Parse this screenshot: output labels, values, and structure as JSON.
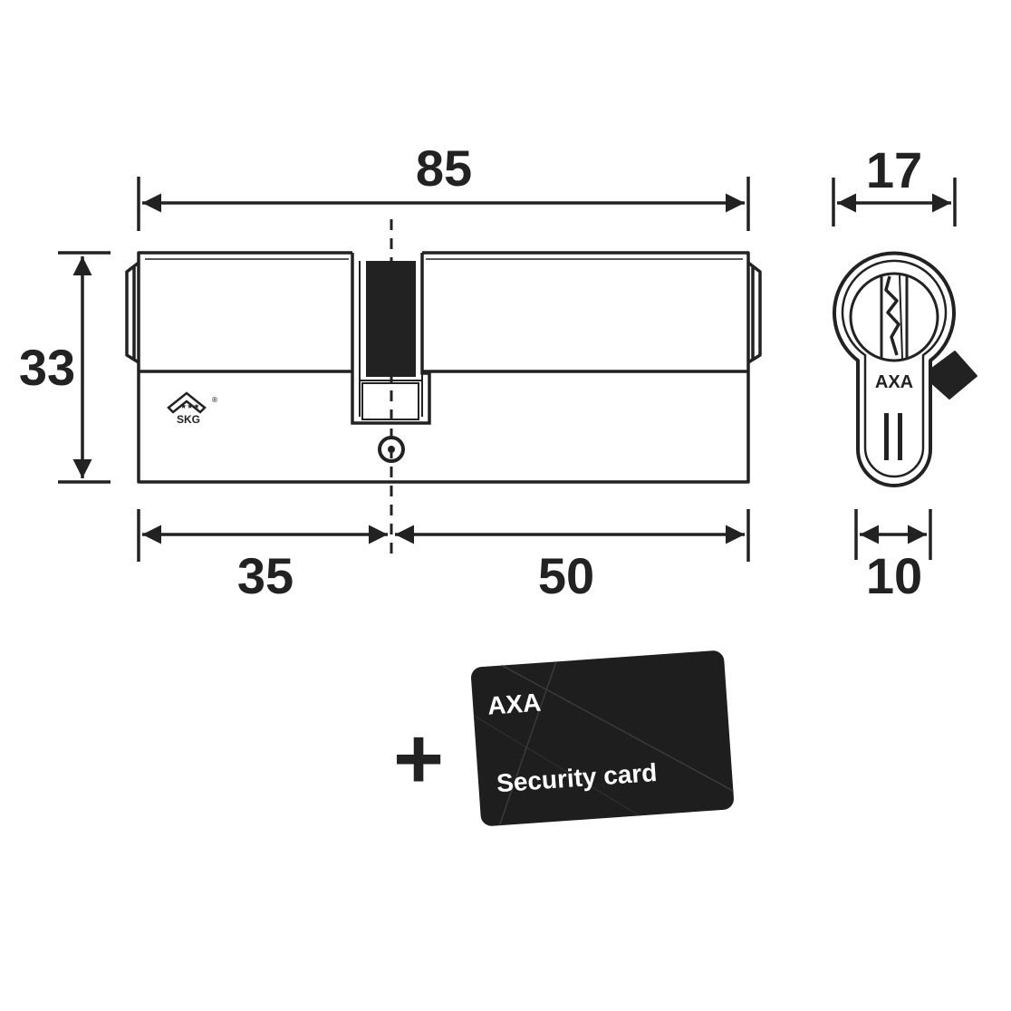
{
  "dimensions": {
    "total_length": "85",
    "height": "33",
    "left_length": "35",
    "right_length": "50",
    "profile_width": "17",
    "profile_bottom_width": "10"
  },
  "logos": {
    "skg_mark": "SKG",
    "profile_brand": "AXA",
    "card_brand": "AXA"
  },
  "extras": {
    "plus_sign": "+",
    "card_label": "Security card"
  },
  "colors": {
    "line": "#222222",
    "card": "#1e1e1e",
    "card_text": "#ffffff"
  }
}
